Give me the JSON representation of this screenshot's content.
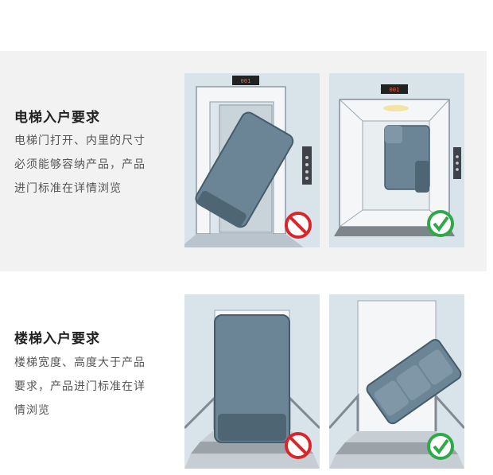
{
  "sections": [
    {
      "title": "电梯入户要求",
      "lines": [
        "电梯门打开、内里的尺寸",
        "必须能够容纳产品，产品",
        "进门标准在详情浏览"
      ],
      "panels": [
        {
          "counter": "001",
          "result": "prohibited"
        },
        {
          "counter": "001",
          "result": "allowed"
        }
      ]
    },
    {
      "title": "楼梯入户要求",
      "lines": [
        "楼梯宽度、高度大于产品",
        "要求，产品进门标准在详",
        "情浏览"
      ],
      "panels": [
        {
          "result": "prohibited"
        },
        {
          "result": "allowed"
        }
      ]
    }
  ],
  "colors": {
    "band": "#f2f2f2",
    "panel_bg": "#d9e3ea",
    "sofa": "#6c8596",
    "sofa_dark": "#4e6674",
    "prohibit_red": "#d9262c",
    "allow_green": "#2fa84a"
  },
  "icons": [
    "prohibited-icon",
    "check-icon"
  ]
}
